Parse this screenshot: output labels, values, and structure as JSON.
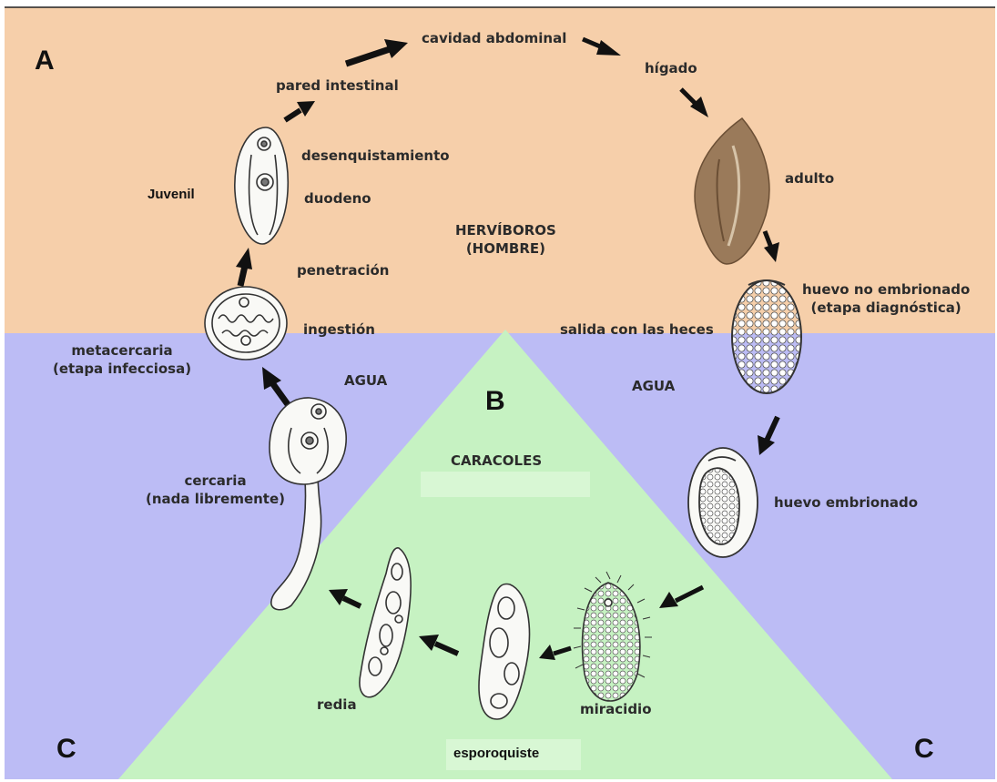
{
  "zones": {
    "a": "A",
    "b": "B",
    "c_left": "C",
    "c_right": "C"
  },
  "habitats": {
    "host": "HERVÍBOROS\n(HOMBRE)",
    "water_left": "AGUA",
    "water_right": "AGUA",
    "snails": "CARACOLES"
  },
  "stages": {
    "cavidad": "cavidad abdominal",
    "higado": "hígado",
    "pared": "pared intestinal",
    "desenq": "desenquistamiento",
    "juvenil": "Juvenil",
    "duodeno": "duodeno",
    "adulto": "adulto",
    "penetracion": "penetración",
    "ingestion": "ingestión",
    "huevo_no": "huevo no embrionado\n(etapa diagnóstica)",
    "salida": "salida con las heces",
    "metacercaria": "metacercaria\n(etapa infecciosa)",
    "cercaria": "cercaria\n(nada libremente)",
    "huevo_emb": "huevo embrionado",
    "redia": "redia",
    "miracidio": "miracidio",
    "esporoquiste": "esporoquiste"
  },
  "colors": {
    "host_bg": "#f6cfaa",
    "water_bg": "#bcbcf5",
    "snail_bg": "#c6f2c2",
    "arrow": "#111111",
    "organism_fill": "#f9f9f6",
    "organism_line": "#333333",
    "adult_fill": "#9a7a5a"
  }
}
